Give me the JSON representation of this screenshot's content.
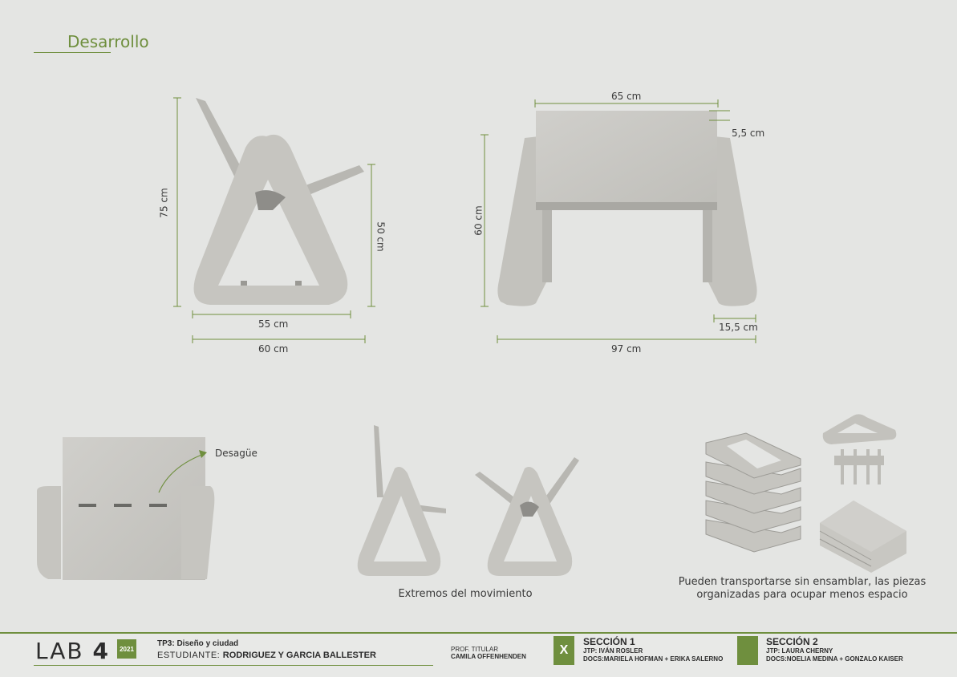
{
  "page": {
    "title": "Desarrollo"
  },
  "dimensions": {
    "side_height": "75 cm",
    "side_seat_height": "50 cm",
    "side_inner_width": "55 cm",
    "side_width": "60 cm",
    "front_seat_width": "65 cm",
    "front_seat_thickness": "5,5 cm",
    "front_height": "60 cm",
    "front_side_width": "15,5 cm",
    "front_total_width": "97 cm"
  },
  "labels": {
    "drain": "Desagüe",
    "movement_caption": "Extremos del movimiento",
    "transport_caption_line1": "Pueden transportarse sin ensamblar, las piezas",
    "transport_caption_line2": "organizadas para ocupar menos espacio"
  },
  "footer": {
    "lab_text": "LAB",
    "lab_number": "4",
    "year": "2021",
    "tp_label": "TP3: Diseño y ciudad",
    "student_label": "ESTUDIANTE:",
    "student_names": "RODRIGUEZ Y GARCIA BALLESTER",
    "prof_label": "PROF. TITULAR",
    "prof_name": "CAMILA OFFENHENDEN",
    "section1_mark": "X",
    "section1_title": "SECCIÓN 1",
    "section1_jtp": "JTP: IVÁN ROSLER",
    "section1_docs": "DOCS:MARIELA HOFMAN + ERIKA SALERNO",
    "section2_title": "SECCIÓN 2",
    "section2_jtp": "JTP: LAURA CHERNY",
    "section2_docs": "DOCS:NOELIA MEDINA + GONZALO KAISER"
  },
  "colors": {
    "accent": "#6f8f3e",
    "concrete": "#c9c8c3",
    "background": "#e4e5e3"
  }
}
